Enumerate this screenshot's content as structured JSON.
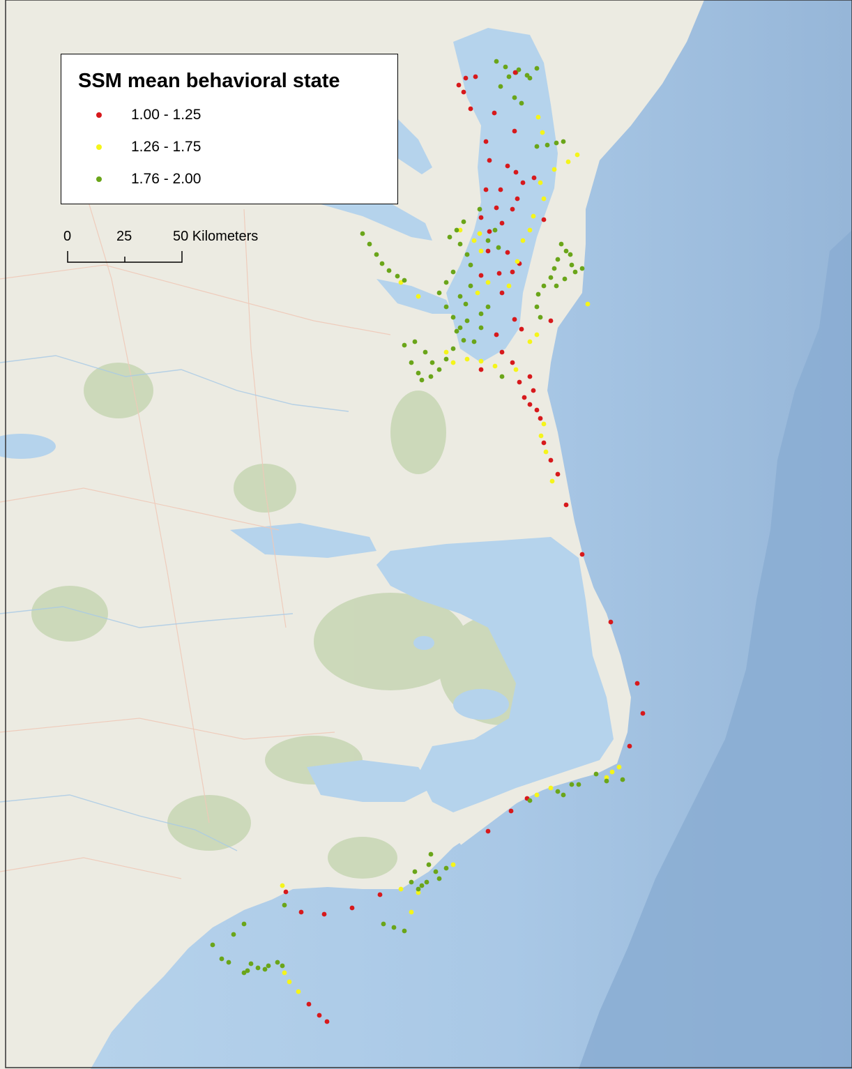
{
  "legend": {
    "title": "SSM mean behavioral state",
    "classes": [
      {
        "label": "1.00 - 1.25",
        "color": "#d7191c"
      },
      {
        "label": "1.26 - 1.75",
        "color": "#f5f51a"
      },
      {
        "label": "1.76 - 2.00",
        "color": "#6aa519"
      }
    ]
  },
  "scalebar": {
    "ticks": [
      "0",
      "25",
      "50 Kilometers"
    ]
  },
  "colors": {
    "land": "#ecebe2",
    "green_land": "#c7d5b5",
    "water": "#b5d3ec",
    "ocean": "#a8c9e6",
    "deep_ocean": "#8fb2d6"
  },
  "tracks": [
    {
      "cls": 2,
      "pts": [
        [
          712,
          88
        ],
        [
          725,
          96
        ],
        [
          740,
          104
        ],
        [
          756,
          108
        ],
        [
          770,
          98
        ],
        [
          744,
          100
        ],
        [
          730,
          110
        ],
        [
          760,
          112
        ],
        [
          718,
          124
        ],
        [
          738,
          140
        ],
        [
          748,
          148
        ]
      ]
    },
    {
      "cls": 0,
      "pts": [
        [
          658,
          122
        ],
        [
          668,
          112
        ],
        [
          682,
          110
        ],
        [
          665,
          132
        ],
        [
          675,
          156
        ],
        [
          709,
          162
        ],
        [
          739,
          104
        ],
        [
          738,
          188
        ],
        [
          697,
          203
        ],
        [
          702,
          230
        ],
        [
          740,
          247
        ],
        [
          728,
          238
        ],
        [
          718,
          272
        ],
        [
          697,
          272
        ],
        [
          712,
          298
        ],
        [
          690,
          312
        ],
        [
          702,
          332
        ],
        [
          720,
          320
        ],
        [
          742,
          285
        ],
        [
          750,
          262
        ],
        [
          766,
          255
        ],
        [
          735,
          300
        ],
        [
          700,
          360
        ],
        [
          728,
          362
        ],
        [
          716,
          392
        ],
        [
          690,
          395
        ],
        [
          735,
          390
        ],
        [
          720,
          420
        ],
        [
          738,
          458
        ],
        [
          748,
          472
        ],
        [
          790,
          460
        ],
        [
          712,
          480
        ],
        [
          720,
          505
        ],
        [
          735,
          520
        ],
        [
          760,
          540
        ],
        [
          745,
          548
        ],
        [
          765,
          560
        ],
        [
          752,
          570
        ],
        [
          760,
          580
        ],
        [
          770,
          588
        ],
        [
          775,
          600
        ],
        [
          780,
          635
        ],
        [
          790,
          660
        ],
        [
          800,
          680
        ],
        [
          812,
          724
        ],
        [
          835,
          795
        ],
        [
          876,
          892
        ],
        [
          914,
          980
        ],
        [
          922,
          1023
        ],
        [
          903,
          1070
        ],
        [
          756,
          1145
        ],
        [
          733,
          1163
        ],
        [
          700,
          1192
        ],
        [
          545,
          1283
        ],
        [
          505,
          1302
        ],
        [
          465,
          1311
        ],
        [
          432,
          1308
        ],
        [
          410,
          1279
        ],
        [
          443,
          1440
        ],
        [
          458,
          1456
        ],
        [
          469,
          1465
        ],
        [
          690,
          530
        ],
        [
          745,
          378
        ],
        [
          780,
          315
        ]
      ]
    },
    {
      "cls": 1,
      "pts": [
        [
          772,
          168
        ],
        [
          778,
          190
        ],
        [
          828,
          222
        ],
        [
          815,
          232
        ],
        [
          795,
          243
        ],
        [
          775,
          262
        ],
        [
          780,
          285
        ],
        [
          765,
          310
        ],
        [
          760,
          330
        ],
        [
          750,
          345
        ],
        [
          742,
          375
        ],
        [
          730,
          410
        ],
        [
          700,
          405
        ],
        [
          685,
          420
        ],
        [
          680,
          345
        ],
        [
          690,
          360
        ],
        [
          640,
          505
        ],
        [
          650,
          520
        ],
        [
          670,
          515
        ],
        [
          690,
          518
        ],
        [
          710,
          525
        ],
        [
          740,
          530
        ],
        [
          760,
          490
        ],
        [
          770,
          480
        ],
        [
          780,
          608
        ],
        [
          776,
          625
        ],
        [
          783,
          648
        ],
        [
          792,
          690
        ],
        [
          843,
          436
        ],
        [
          600,
          425
        ],
        [
          575,
          405
        ],
        [
          878,
          1107
        ],
        [
          888,
          1100
        ],
        [
          870,
          1115
        ],
        [
          790,
          1130
        ],
        [
          770,
          1140
        ],
        [
          650,
          1240
        ],
        [
          575,
          1275
        ],
        [
          600,
          1280
        ],
        [
          590,
          1308
        ],
        [
          405,
          1270
        ],
        [
          408,
          1395
        ],
        [
          415,
          1408
        ],
        [
          428,
          1422
        ],
        [
          660,
          330
        ],
        [
          688,
          335
        ]
      ]
    },
    {
      "cls": 2,
      "pts": [
        [
          520,
          335
        ],
        [
          530,
          350
        ],
        [
          540,
          365
        ],
        [
          548,
          378
        ],
        [
          558,
          388
        ],
        [
          570,
          396
        ],
        [
          580,
          402
        ],
        [
          665,
          318
        ],
        [
          655,
          330
        ],
        [
          645,
          340
        ],
        [
          660,
          350
        ],
        [
          670,
          365
        ],
        [
          675,
          380
        ],
        [
          650,
          390
        ],
        [
          640,
          405
        ],
        [
          630,
          420
        ],
        [
          640,
          440
        ],
        [
          650,
          455
        ],
        [
          660,
          470
        ],
        [
          665,
          488
        ],
        [
          650,
          500
        ],
        [
          640,
          515
        ],
        [
          630,
          530
        ],
        [
          618,
          540
        ],
        [
          600,
          535
        ],
        [
          590,
          520
        ],
        [
          580,
          495
        ],
        [
          595,
          490
        ],
        [
          610,
          505
        ],
        [
          620,
          520
        ],
        [
          605,
          545
        ],
        [
          690,
          450
        ],
        [
          700,
          440
        ],
        [
          690,
          470
        ],
        [
          680,
          490
        ],
        [
          670,
          460
        ],
        [
          655,
          475
        ],
        [
          660,
          425
        ],
        [
          675,
          410
        ],
        [
          668,
          436
        ],
        [
          688,
          300
        ],
        [
          700,
          345
        ],
        [
          715,
          355
        ],
        [
          710,
          330
        ],
        [
          805,
          350
        ],
        [
          812,
          360
        ],
        [
          800,
          372
        ],
        [
          795,
          385
        ],
        [
          790,
          398
        ],
        [
          780,
          410
        ],
        [
          772,
          422
        ],
        [
          770,
          440
        ],
        [
          775,
          455
        ],
        [
          818,
          365
        ],
        [
          820,
          380
        ],
        [
          825,
          390
        ],
        [
          810,
          400
        ],
        [
          798,
          410
        ],
        [
          835,
          385
        ],
        [
          770,
          210
        ],
        [
          785,
          208
        ],
        [
          798,
          205
        ],
        [
          808,
          203
        ],
        [
          720,
          540
        ],
        [
          760,
          1148
        ],
        [
          800,
          1135
        ],
        [
          808,
          1140
        ],
        [
          820,
          1125
        ],
        [
          830,
          1125
        ],
        [
          855,
          1110
        ],
        [
          870,
          1120
        ],
        [
          893,
          1118
        ],
        [
          618,
          1225
        ],
        [
          615,
          1240
        ],
        [
          625,
          1250
        ],
        [
          612,
          1265
        ],
        [
          605,
          1270
        ],
        [
          630,
          1260
        ],
        [
          640,
          1245
        ],
        [
          595,
          1250
        ],
        [
          590,
          1265
        ],
        [
          600,
          1275
        ],
        [
          550,
          1325
        ],
        [
          565,
          1330
        ],
        [
          580,
          1335
        ],
        [
          408,
          1298
        ],
        [
          350,
          1325
        ],
        [
          335,
          1340
        ],
        [
          305,
          1355
        ],
        [
          318,
          1375
        ],
        [
          328,
          1380
        ],
        [
          355,
          1392
        ],
        [
          370,
          1388
        ],
        [
          385,
          1385
        ],
        [
          398,
          1380
        ],
        [
          360,
          1382
        ],
        [
          380,
          1390
        ],
        [
          405,
          1385
        ],
        [
          350,
          1395
        ]
      ]
    }
  ]
}
